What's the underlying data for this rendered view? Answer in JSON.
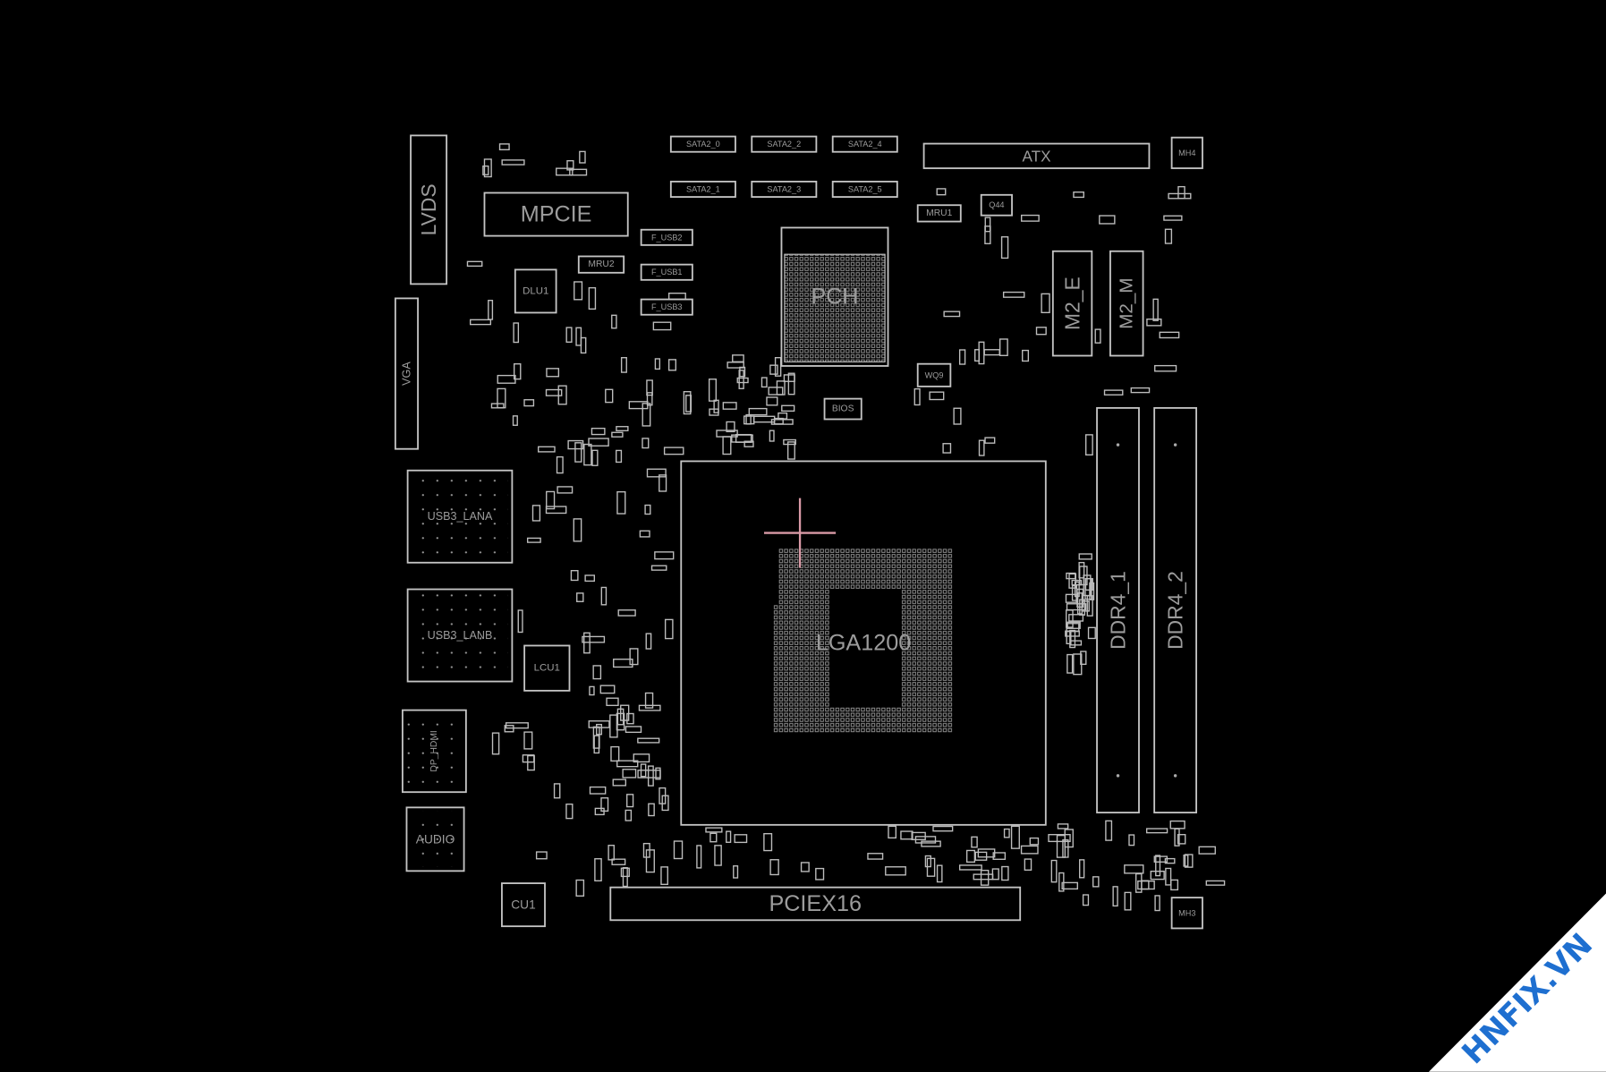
{
  "viewer": {
    "background_color": "#000000",
    "outline_color": "#c4c4c4",
    "label_color": "#9c9c9c",
    "cursor_color": "#d99aa6"
  },
  "components": [
    {
      "id": "lvds",
      "label": "LVDS",
      "kind": "connector",
      "orientation": "vertical"
    },
    {
      "id": "vga",
      "label": "VGA",
      "kind": "connector",
      "orientation": "vertical"
    },
    {
      "id": "mpcie",
      "label": "MPCIE",
      "kind": "slot",
      "orientation": "horizontal"
    },
    {
      "id": "atx",
      "label": "ATX",
      "kind": "connector",
      "orientation": "horizontal"
    },
    {
      "id": "mh4",
      "label": "MH4",
      "kind": "mounting-hole",
      "orientation": "horizontal"
    },
    {
      "id": "sata2_0",
      "label": "SATA2_0",
      "kind": "connector",
      "orientation": "horizontal"
    },
    {
      "id": "sata2_2",
      "label": "SATA2_2",
      "kind": "connector",
      "orientation": "horizontal"
    },
    {
      "id": "sata2_4",
      "label": "SATA2_4",
      "kind": "connector",
      "orientation": "horizontal"
    },
    {
      "id": "sata2_1",
      "label": "SATA2_1",
      "kind": "connector",
      "orientation": "horizontal"
    },
    {
      "id": "sata2_3",
      "label": "SATA2_3",
      "kind": "connector",
      "orientation": "horizontal"
    },
    {
      "id": "sata2_5",
      "label": "SATA2_5",
      "kind": "connector",
      "orientation": "horizontal"
    },
    {
      "id": "f_usb2",
      "label": "F_USB2",
      "kind": "header",
      "orientation": "horizontal"
    },
    {
      "id": "f_usb1",
      "label": "F_USB1",
      "kind": "header",
      "orientation": "horizontal"
    },
    {
      "id": "f_usb3",
      "label": "F_USB3",
      "kind": "header",
      "orientation": "horizontal"
    },
    {
      "id": "mru2",
      "label": "MRU2",
      "kind": "chip",
      "orientation": "horizontal"
    },
    {
      "id": "mru1",
      "label": "MRU1",
      "kind": "chip",
      "orientation": "horizontal"
    },
    {
      "id": "q44",
      "label": "Q44",
      "kind": "chip",
      "orientation": "horizontal"
    },
    {
      "id": "dlu1",
      "label": "DLU1",
      "kind": "chip",
      "orientation": "horizontal"
    },
    {
      "id": "pch",
      "label": "PCH",
      "kind": "bga",
      "orientation": "horizontal"
    },
    {
      "id": "m2_e",
      "label": "M2_E",
      "kind": "slot",
      "orientation": "vertical"
    },
    {
      "id": "m2_m",
      "label": "M2_M",
      "kind": "slot",
      "orientation": "vertical"
    },
    {
      "id": "bios",
      "label": "BIOS",
      "kind": "chip",
      "orientation": "horizontal"
    },
    {
      "id": "wq9",
      "label": "WQ9",
      "kind": "chip",
      "orientation": "horizontal"
    },
    {
      "id": "usb3_lana",
      "label": "USB3_LANA",
      "kind": "connector",
      "orientation": "horizontal"
    },
    {
      "id": "usb3_lanb",
      "label": "USB3_LANB",
      "kind": "connector",
      "orientation": "horizontal"
    },
    {
      "id": "lga1200",
      "label": "LGA1200",
      "kind": "socket",
      "orientation": "horizontal"
    },
    {
      "id": "ddr4_1",
      "label": "DDR4_1",
      "kind": "slot",
      "orientation": "vertical"
    },
    {
      "id": "ddr4_2",
      "label": "DDR4_2",
      "kind": "slot",
      "orientation": "vertical"
    },
    {
      "id": "lcu1",
      "label": "LCU1",
      "kind": "chip",
      "orientation": "horizontal"
    },
    {
      "id": "dp_hdmi",
      "label": "DP_HDMI",
      "kind": "connector",
      "orientation": "vertical"
    },
    {
      "id": "audio",
      "label": "AUDIO",
      "kind": "connector",
      "orientation": "horizontal"
    },
    {
      "id": "cu1",
      "label": "CU1",
      "kind": "chip",
      "orientation": "horizontal"
    },
    {
      "id": "pciex16",
      "label": "PCIEX16",
      "kind": "slot",
      "orientation": "horizontal"
    },
    {
      "id": "mh3",
      "label": "MH3",
      "kind": "mounting-hole",
      "orientation": "horizontal"
    }
  ],
  "watermark": {
    "text": "HNFIX.VN",
    "background_color": "#ffffff",
    "text_color": "#1e6fd0"
  }
}
